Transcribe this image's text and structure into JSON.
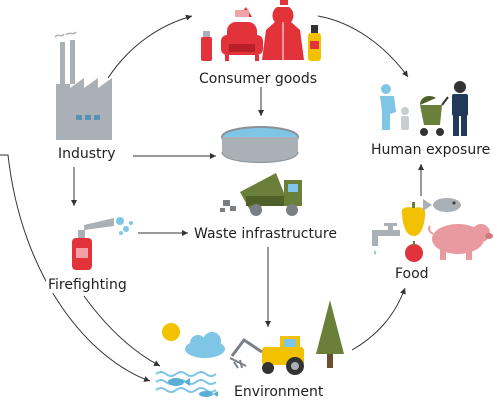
{
  "nodes": {
    "industry": {
      "label": "Industry"
    },
    "consumer_goods": {
      "label": "Consumer goods"
    },
    "firefighting": {
      "label": "Firefighting"
    },
    "waste_infrastructure": {
      "label": "Waste infrastructure"
    },
    "environment": {
      "label": "Environment"
    },
    "food": {
      "label": "Food"
    },
    "human_exposure": {
      "label": "Human exposure"
    }
  },
  "colors": {
    "arrow": "#333333",
    "gray": "#a9b0b6",
    "red": "#e2323a",
    "yellow": "#f2c200",
    "blue": "#7fc6e6",
    "green": "#6a7f3a",
    "navy": "#1f3a5a",
    "pink": "#e89aa0",
    "light_gray": "#c9ced2"
  },
  "icons": [
    "factory-icon",
    "armchair-icon",
    "coat-icon",
    "spray-can-icon",
    "fire-extinguisher-icon",
    "water-tank-icon",
    "dump-truck-icon",
    "extinguisher-spray-icon",
    "sun-icon",
    "cloud-icon",
    "tractor-icon",
    "tree-icon",
    "water-fish-icon",
    "faucet-icon",
    "pepper-icon",
    "apple-icon",
    "fish-icon",
    "pig-icon",
    "family-icon",
    "stroller-icon"
  ]
}
